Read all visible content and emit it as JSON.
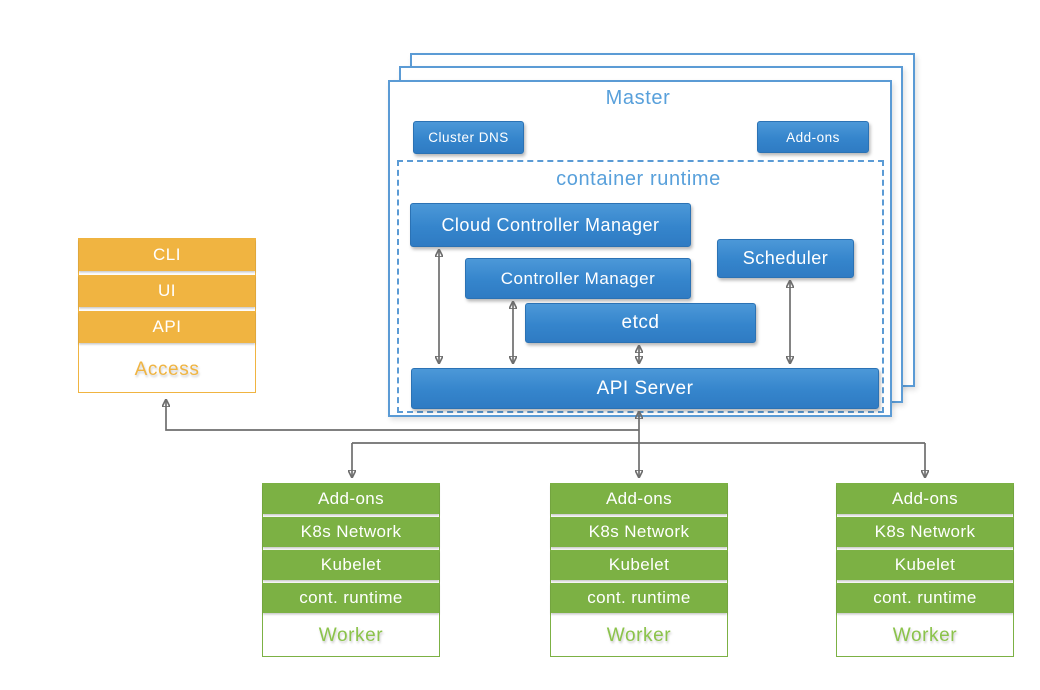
{
  "master": {
    "title": "Master",
    "cluster_dns_label": "Cluster DNS",
    "addons_label": "Add-ons",
    "container_runtime": {
      "title": "container runtime",
      "cloud_controller_manager": "Cloud Controller Manager",
      "controller_manager": "Controller Manager",
      "scheduler": "Scheduler",
      "etcd": "etcd",
      "api_server": "API Server"
    }
  },
  "access_stack": {
    "items": [
      "CLI",
      "UI",
      "API"
    ],
    "label": "Access"
  },
  "workers": [
    {
      "rows": [
        "Add-ons",
        "K8s Network",
        "Kubelet",
        "cont. runtime"
      ],
      "label": "Worker"
    },
    {
      "rows": [
        "Add-ons",
        "K8s Network",
        "Kubelet",
        "cont. runtime"
      ],
      "label": "Worker"
    },
    {
      "rows": [
        "Add-ons",
        "K8s Network",
        "Kubelet",
        "cont. runtime"
      ],
      "label": "Worker"
    }
  ],
  "palette": {
    "blue_gradient_top": "#4C98D8",
    "blue_gradient_bottom": "#2F7BC3",
    "master_border": "#5B9BD5",
    "master_title_text": "#58A0DB",
    "orange": "#F0B441",
    "green": "#7CB144",
    "worker_text": "#8BC34A",
    "arrow_gray": "#6E6E6E"
  }
}
